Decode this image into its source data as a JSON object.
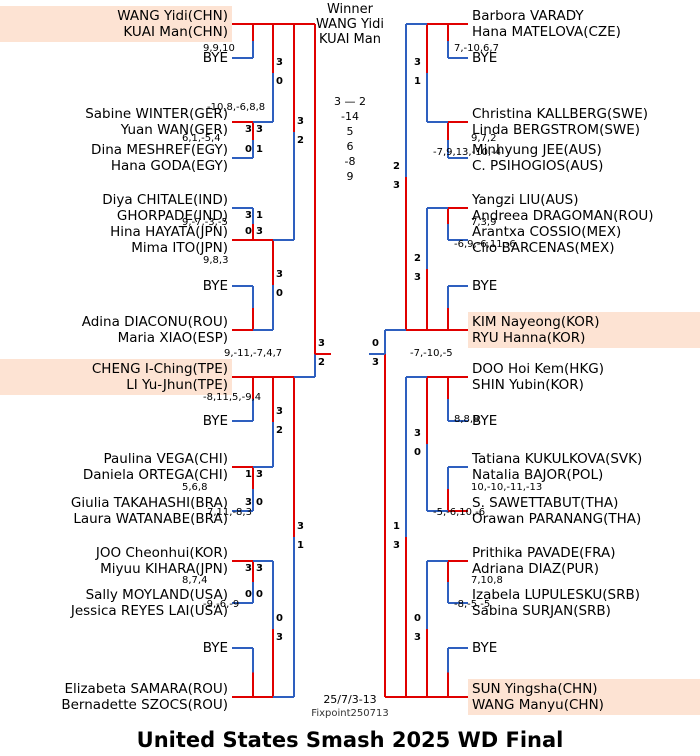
{
  "title": "United States Smash 2025 WD Final",
  "winner": {
    "label": "Winner",
    "players": [
      "WANG Yidi",
      "KUAI Man"
    ],
    "final_scores": [
      "3 — 2",
      "-14",
      "5",
      "6",
      "-8",
      "9"
    ]
  },
  "date": "25/7/3-13",
  "credit": "Fixpoint250713",
  "colors": {
    "winner_line": "#e00000",
    "loser_line": "#2e5fbf",
    "highlight": "#fde3d3"
  },
  "left": {
    "pairs": [
      {
        "players": [
          "WANG Yidi(CHN)",
          "KUAI Man(CHN)"
        ],
        "highlight": true
      },
      {
        "players": [
          "BYE"
        ]
      },
      {
        "players": [
          "Sabine WINTER(GER)",
          "Yuan WAN(GER)"
        ]
      },
      {
        "players": [
          "Dina MESHREF(EGY)",
          "Hana GODA(EGY)"
        ]
      },
      {
        "players": [
          "Diya CHITALE(IND)",
          "GHORPADE(IND)"
        ]
      },
      {
        "players": [
          "Hina HAYATA(JPN)",
          "Mima ITO(JPN)"
        ]
      },
      {
        "players": [
          "BYE"
        ]
      },
      {
        "players": [
          "Adina DIACONU(ROU)",
          "Maria XIAO(ESP)"
        ]
      },
      {
        "players": [
          "CHENG I-Ching(TPE)",
          "LI Yu-Jhun(TPE)"
        ],
        "highlight": true
      },
      {
        "players": [
          "BYE"
        ]
      },
      {
        "players": [
          "Paulina VEGA(CHI)",
          "Daniela ORTEGA(CHI)"
        ]
      },
      {
        "players": [
          "Giulia TAKAHASHI(BRA)",
          "Laura WATANABE(BRA)"
        ]
      },
      {
        "players": [
          "JOO Cheonhui(KOR)",
          "Miyuu KIHARA(JPN)"
        ]
      },
      {
        "players": [
          "Sally MOYLAND(USA)",
          "Jessica REYES LAI(USA)"
        ]
      },
      {
        "players": [
          "BYE"
        ]
      },
      {
        "players": [
          "Elizabeta SAMARA(ROU)",
          "Bernadette SZOCS(ROU)"
        ]
      }
    ],
    "r16_scores": [
      "",
      "6,1,-5,4",
      "9,-7,-3,-5",
      "",
      "",
      "5,6,8",
      "8,7,4",
      ""
    ],
    "r16_marks": [
      [
        "",
        ""
      ],
      [
        "3",
        "1"
      ],
      [
        "1",
        "3"
      ],
      [
        "",
        ""
      ],
      [
        "",
        ""
      ],
      [
        "3",
        "0"
      ],
      [
        "3",
        "0"
      ],
      [
        "",
        ""
      ]
    ],
    "qf_scores": [
      "9,9,10",
      "9,8,3",
      "-8,11,5,-9,4",
      "-9,-6,-9"
    ],
    "qf_marks": [
      [
        "3",
        "0"
      ],
      [
        "3",
        "0"
      ],
      [
        "3",
        "2"
      ],
      [
        "0",
        "3"
      ]
    ],
    "sf_scores": [
      "-10,8,-6,8,8",
      "7,11,-8,3"
    ],
    "sf_marks": [
      [
        "3",
        "2"
      ],
      [
        "3",
        "1"
      ]
    ],
    "f_score": "9,-11,-7,4,7",
    "f_marks": [
      "3",
      "2"
    ]
  },
  "right": {
    "pairs": [
      {
        "players": [
          "Barbora VARADY",
          "Hana MATELOVA(CZE)"
        ]
      },
      {
        "players": [
          "BYE"
        ]
      },
      {
        "players": [
          "Christina KALLBERG(SWE)",
          "Linda BERGSTROM(SWE)"
        ]
      },
      {
        "players": [
          "Minhyung JEE(AUS)",
          "C. PSIHOGIOS(AUS)"
        ]
      },
      {
        "players": [
          "Yangzi LIU(AUS)",
          "Andreea DRAGOMAN(ROU)"
        ]
      },
      {
        "players": [
          "Arantxa COSSIO(MEX)",
          "Clio BARCENAS(MEX)"
        ]
      },
      {
        "players": [
          "BYE"
        ]
      },
      {
        "players": [
          "KIM Nayeong(KOR)",
          "RYU Hanna(KOR)"
        ],
        "highlight": true
      },
      {
        "players": [
          "DOO Hoi Kem(HKG)",
          "SHIN Yubin(KOR)"
        ]
      },
      {
        "players": [
          "BYE"
        ]
      },
      {
        "players": [
          "Tatiana KUKULKOVA(SVK)",
          "Natalia BAJOR(POL)"
        ]
      },
      {
        "players": [
          "S. SAWETTABUT(THA)",
          "Orawan PARANANG(THA)"
        ]
      },
      {
        "players": [
          "Prithika PAVADE(FRA)",
          "Adriana DIAZ(PUR)"
        ]
      },
      {
        "players": [
          "Izabela LUPULESKU(SRB)",
          "Sabina SURJAN(SRB)"
        ]
      },
      {
        "players": [
          "BYE"
        ]
      },
      {
        "players": [
          "SUN Yingsha(CHN)",
          "WANG Manyu(CHN)"
        ],
        "highlight": true
      }
    ],
    "r16_scores": [
      "",
      "9,7,2",
      "7,3,9",
      "",
      "",
      "10,-10,-11,-13",
      "7,10,8",
      ""
    ],
    "r16_marks": [
      [
        "",
        ""
      ],
      [
        "3",
        "0"
      ],
      [
        "3",
        "0"
      ],
      [
        "",
        ""
      ],
      [
        "",
        ""
      ],
      [
        "1",
        "3"
      ],
      [
        "3",
        "0"
      ],
      [
        "",
        ""
      ]
    ],
    "qf_scores": [
      "7,-10,6,7",
      "-6,9,-6,11,-6",
      "8,8,8",
      "-8,-5,-5"
    ],
    "qf_marks": [
      [
        "3",
        "1"
      ],
      [
        "2",
        "3"
      ],
      [
        "3",
        "0"
      ],
      [
        "0",
        "3"
      ]
    ],
    "sf_scores": [
      "-7,9,13,-10,-4",
      "-5,-6,10,-6"
    ],
    "sf_marks": [
      [
        "2",
        "3"
      ],
      [
        "1",
        "3"
      ]
    ],
    "f_score": "-7,-10,-5",
    "f_marks": [
      "0",
      "3"
    ]
  }
}
